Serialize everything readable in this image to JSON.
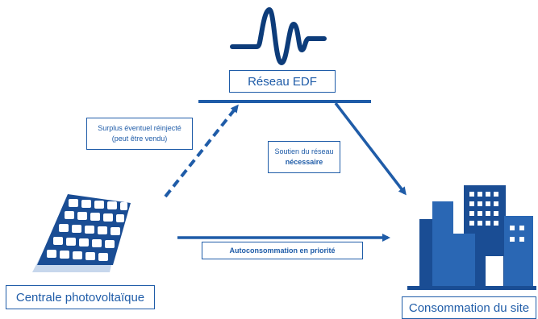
{
  "colors": {
    "primary": "#1f5ca8",
    "dark": "#0d3c7a",
    "panel": "#1a4d94"
  },
  "grid": {
    "name": "Réseau EDF",
    "icon": "sine-wave-icon"
  },
  "producer": {
    "name": "Centrale photovoltaïque",
    "icon": "solar-panel-icon"
  },
  "consumer": {
    "name": "Consommation du site",
    "icon": "buildings-icon"
  },
  "flows": {
    "surplus": {
      "line1": "Surplus éventuel réinjecté",
      "line2": "(peut être vendu)"
    },
    "support": {
      "line1": "Soutien du réseau",
      "line2": "nécessaire"
    },
    "self_consumption": {
      "label": "Autoconsommation en priorité"
    }
  }
}
